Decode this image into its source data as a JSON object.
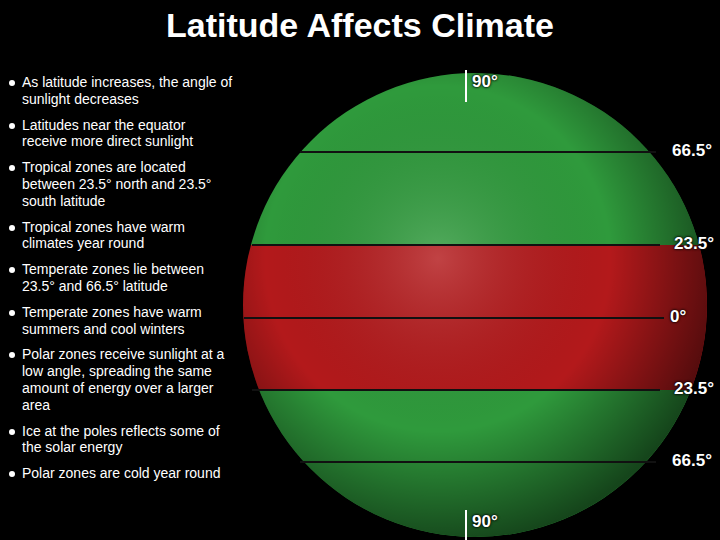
{
  "diagram": {
    "title": "Latitude Affects Climate",
    "labels": [
      "As latitude increases, the angle of sunlight decreases",
      "Latitudes near the equator receive more direct sunlight",
      "Tropical zones are located between 23.5° north and 23.5° south latitude",
      "Tropical zones have warm climates year round",
      "Temperate zones lie between 23.5° and 66.5° latitude",
      "Temperate zones have warm summers and cool winters",
      "Polar zones receive sunlight at a low angle, spreading the same amount of energy over a larger area",
      "Ice at the poles reflects some of the solar energy",
      "Polar zones are cold year round",
      "90°",
      "66.5°",
      "23.5°",
      "0°",
      "23.5°",
      "66.5°",
      "90°"
    ]
  }
}
